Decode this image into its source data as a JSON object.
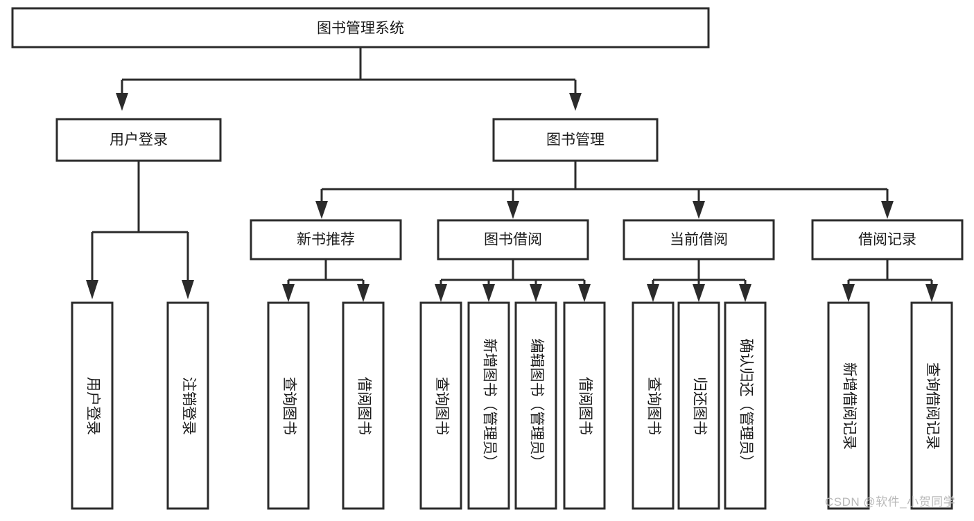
{
  "diagram": {
    "type": "tree-hierarchy",
    "orientation": "top-down",
    "root": {
      "id": "root",
      "label": "图书管理系统"
    },
    "level2": [
      {
        "id": "user-login",
        "label": "用户登录"
      },
      {
        "id": "book-management",
        "label": "图书管理"
      }
    ],
    "level3": [
      {
        "id": "new-book-recommend",
        "label": "新书推荐",
        "parent": "book-management"
      },
      {
        "id": "book-borrow",
        "label": "图书借阅",
        "parent": "book-management"
      },
      {
        "id": "current-borrow",
        "label": "当前借阅",
        "parent": "book-management"
      },
      {
        "id": "borrow-record",
        "label": "借阅记录",
        "parent": "book-management"
      }
    ],
    "leaves": {
      "user-login": [
        {
          "id": "leaf-user-login",
          "label": "用户登录"
        },
        {
          "id": "leaf-logout-login",
          "label": "注销登录"
        }
      ],
      "new-book-recommend": [
        {
          "id": "leaf-query-book-1",
          "label": "查询图书"
        },
        {
          "id": "leaf-borrow-book-1",
          "label": "借阅图书"
        }
      ],
      "book-borrow": [
        {
          "id": "leaf-query-book-2",
          "label": "查询图书"
        },
        {
          "id": "leaf-add-book",
          "label": "新增图书（管理员）"
        },
        {
          "id": "leaf-edit-book",
          "label": "编辑图书（管理员）"
        },
        {
          "id": "leaf-borrow-book-2",
          "label": "借阅图书"
        }
      ],
      "current-borrow": [
        {
          "id": "leaf-query-book-3",
          "label": "查询图书"
        },
        {
          "id": "leaf-return-book",
          "label": "归还图书"
        },
        {
          "id": "leaf-confirm-return",
          "label": "确认归还（管理员）"
        }
      ],
      "borrow-record": [
        {
          "id": "leaf-add-borrow-record",
          "label": "新增借阅记录"
        },
        {
          "id": "leaf-query-borrow-record",
          "label": "查询借阅记录"
        }
      ]
    },
    "colors": {
      "box_stroke": "#2b2b2b",
      "box_fill": "#ffffff",
      "connector": "#2b2b2b",
      "text": "#1a1a1a",
      "watermark": "#b9b9b9",
      "background": "#ffffff"
    }
  },
  "watermark": {
    "text": "CSDN @软件_小贺同学"
  }
}
